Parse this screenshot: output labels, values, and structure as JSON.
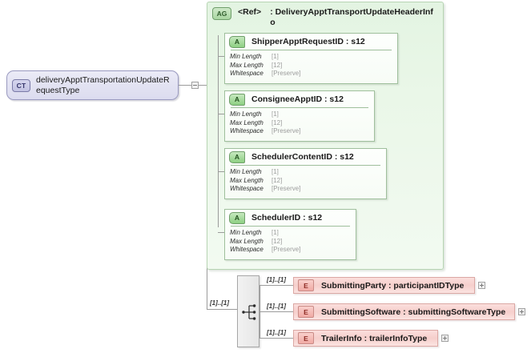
{
  "diagram": {
    "root": {
      "badge": "CT",
      "label": "deliveryApptTransportationUpdateRequestType"
    },
    "attribute_group": {
      "badge": "AG",
      "ref": "<Ref>",
      "type": ": DeliveryApptTransportUpdateHeaderInfo",
      "attributes": [
        {
          "badge": "A",
          "title": "ShipperApptRequestID : s12",
          "facets": [
            {
              "name": "Min Length",
              "value": "[1]"
            },
            {
              "name": "Max Length",
              "value": "[12]"
            },
            {
              "name": "Whitespace",
              "value": "[Preserve]"
            }
          ]
        },
        {
          "badge": "A",
          "title": "ConsigneeApptID : s12",
          "facets": [
            {
              "name": "Min Length",
              "value": "[1]"
            },
            {
              "name": "Max Length",
              "value": "[12]"
            },
            {
              "name": "Whitespace",
              "value": "[Preserve]"
            }
          ]
        },
        {
          "badge": "A",
          "title": "SchedulerContentID : s12",
          "facets": [
            {
              "name": "Min Length",
              "value": "[1]"
            },
            {
              "name": "Max Length",
              "value": "[12]"
            },
            {
              "name": "Whitespace",
              "value": "[Preserve]"
            }
          ]
        },
        {
          "badge": "A",
          "title": "SchedulerID : s12",
          "facets": [
            {
              "name": "Min Length",
              "value": "[1]"
            },
            {
              "name": "Max Length",
              "value": "[12]"
            },
            {
              "name": "Whitespace",
              "value": "[Preserve]"
            }
          ]
        }
      ]
    },
    "sequence": {
      "cardinality": "[1]..[1]",
      "icon": "sequence-compositor-icon"
    },
    "elements": [
      {
        "badge": "E",
        "title": "SubmittingParty : participantIDType",
        "cardinality": "[1]..[1]",
        "expandable": true
      },
      {
        "badge": "E",
        "title": "SubmittingSoftware : submittingSoftwareType",
        "cardinality": "[1]..[1]",
        "expandable": true
      },
      {
        "badge": "E",
        "title": "TrailerInfo : trailerInfoType",
        "cardinality": "[1]..[1]",
        "expandable": true
      }
    ],
    "colors": {
      "complex_type": "#e2e2f2",
      "attribute_group": "#e8f6e6",
      "attribute": "#f7fcf6",
      "element": "#f6cfcc",
      "connector": "#9b9b9b"
    }
  }
}
